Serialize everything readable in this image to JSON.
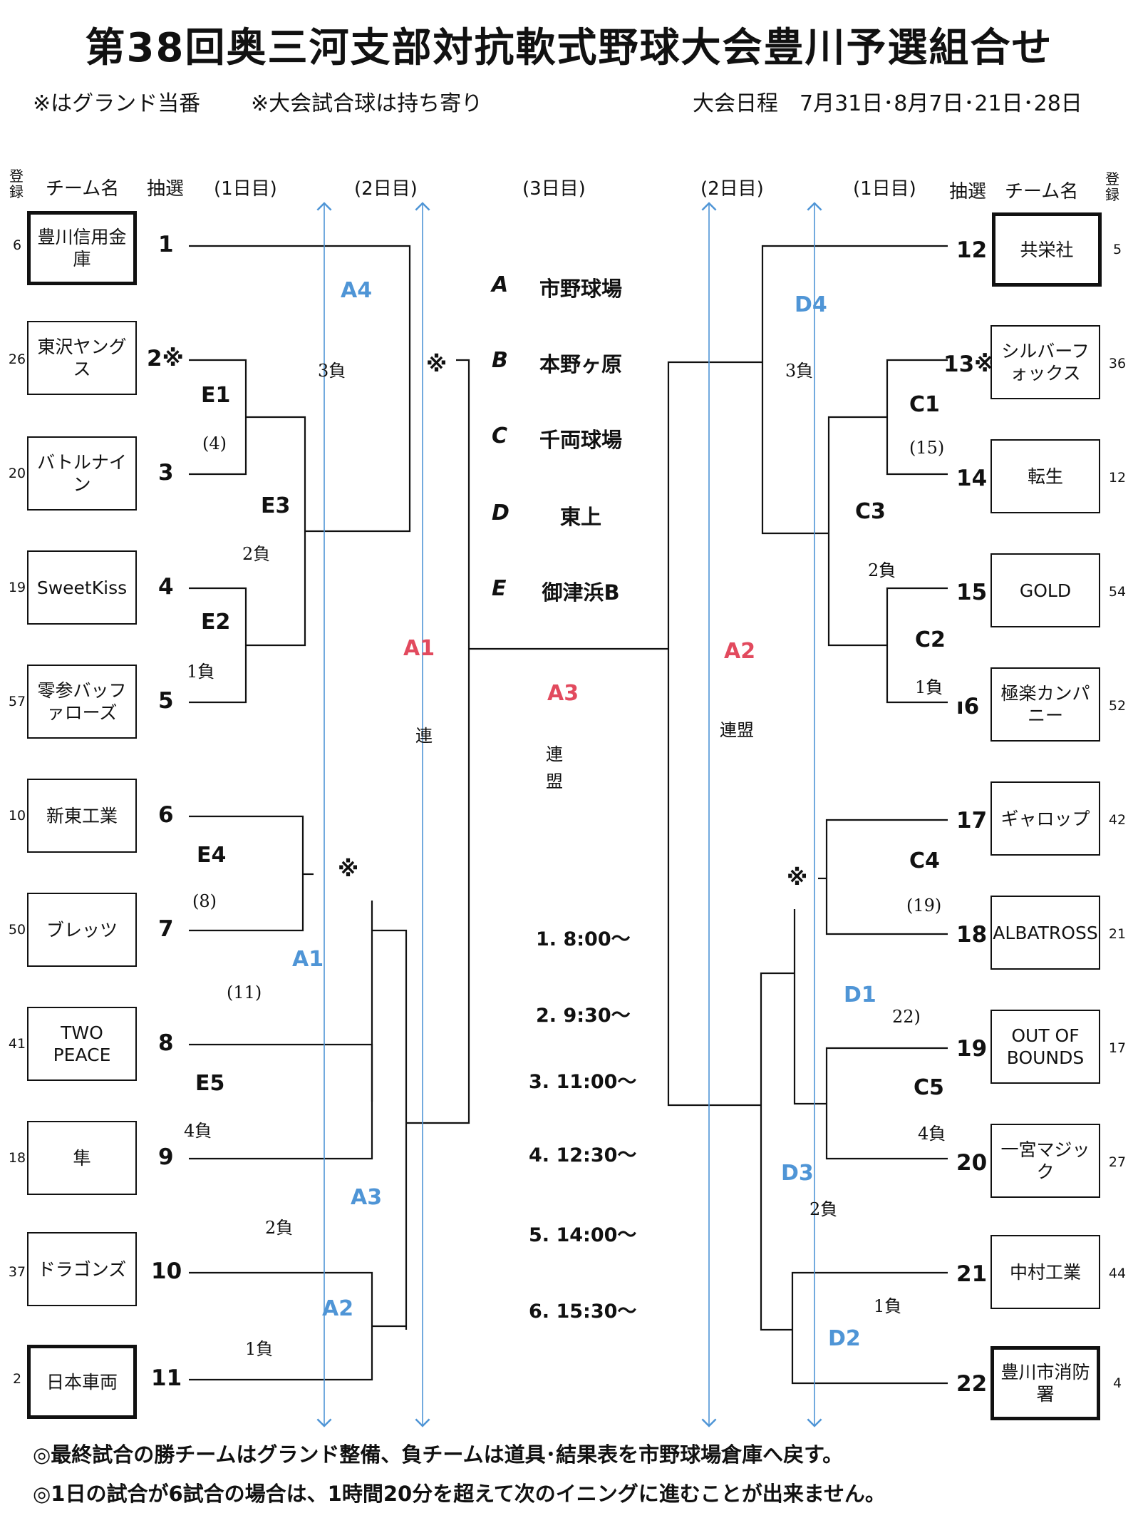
{
  "title": "第38回奥三河支部対抗軟式野球大会豊川予選組合せ",
  "notes": {
    "ground_duty": "※はグランド当番",
    "balls": "※大会試合球は持ち寄り",
    "schedule": "大会日程　7月31日･8月7日･21日･28日"
  },
  "headers": {
    "reg": "登録",
    "team": "チーム名",
    "draw": "抽選",
    "day1": "(1日目)",
    "day2": "(2日目)",
    "day3": "(3日目)"
  },
  "left_teams": [
    {
      "reg": "6",
      "name": "豊川信用金庫",
      "draw": "1"
    },
    {
      "reg": "26",
      "name": "東沢ヤングス",
      "draw": "2※"
    },
    {
      "reg": "20",
      "name": "バトルナイン",
      "draw": "3"
    },
    {
      "reg": "19",
      "name": "SweetKiss",
      "draw": "4"
    },
    {
      "reg": "57",
      "name": "零参バッファローズ",
      "draw": "5"
    },
    {
      "reg": "10",
      "name": "新東工業",
      "draw": "6"
    },
    {
      "reg": "50",
      "name": "ブレッツ",
      "draw": "7"
    },
    {
      "reg": "41",
      "name": "TWO PEACE",
      "draw": "8"
    },
    {
      "reg": "18",
      "name": "隼",
      "draw": "9"
    },
    {
      "reg": "37",
      "name": "ドラゴンズ",
      "draw": "10"
    },
    {
      "reg": "2",
      "name": "日本車両",
      "draw": "11"
    }
  ],
  "right_teams": [
    {
      "reg": "5",
      "name": "共栄社",
      "draw": "12"
    },
    {
      "reg": "36",
      "name": "シルバーフォックス",
      "draw": "13※"
    },
    {
      "reg": "12",
      "name": "転生",
      "draw": "14"
    },
    {
      "reg": "54",
      "name": "GOLD",
      "draw": "15"
    },
    {
      "reg": "52",
      "name": "極楽カンパニー",
      "draw": "ı6"
    },
    {
      "reg": "42",
      "name": "ギャロップ",
      "draw": "17"
    },
    {
      "reg": "21",
      "name": "ALBATROSS",
      "draw": "18"
    },
    {
      "reg": "17",
      "name": "OUT OF BOUNDS",
      "draw": "19"
    },
    {
      "reg": "27",
      "name": "一宮マジック",
      "draw": "20"
    },
    {
      "reg": "44",
      "name": "中村工業",
      "draw": "21"
    },
    {
      "reg": "4",
      "name": "豊川市消防署",
      "draw": "22"
    }
  ],
  "venues": [
    {
      "letter": "A",
      "name": "市野球場"
    },
    {
      "letter": "B",
      "name": "本野ヶ原"
    },
    {
      "letter": "C",
      "name": "千両球場"
    },
    {
      "letter": "D",
      "name": "東上"
    },
    {
      "letter": "E",
      "name": "御津浜B"
    }
  ],
  "times": [
    "1. 8:00～",
    "2. 9:30～",
    "3. 11:00～",
    "4. 12:30～",
    "5. 14:00～",
    "6. 15:30～"
  ],
  "games": {
    "E1": "E1",
    "E2": "E2",
    "E3": "E3",
    "E4": "E4",
    "E5": "E5",
    "C1": "C1",
    "C2": "C2",
    "C3": "C3",
    "C4": "C4",
    "C5": "C5",
    "A4": "A4",
    "A1L": "A1",
    "A1R": "A1",
    "A3L": "A3",
    "A2L": "A2",
    "D4": "D4",
    "D1": "D1",
    "D3": "D3",
    "D2": "D2",
    "A1C": "A1",
    "A2C": "A2",
    "A3C": "A3"
  },
  "game_nums": {
    "g4": "(4)",
    "g8": "(8)",
    "g11": "(11)",
    "g15": "(15)",
    "g19": "(19)",
    "g22": "22)"
  },
  "loss_labels": {
    "l3a": "3負",
    "l2a": "2負",
    "l1a": "1負",
    "l4a": "4負",
    "l2b": "2負",
    "l1b": "1負",
    "l3b": "3負",
    "l2c": "2負",
    "l1c": "1負",
    "l4b": "4負",
    "l2d": "2負",
    "l1d": "1負"
  },
  "ren": "連",
  "renmei": "連盟",
  "center_ren": "連",
  "center_mei": "盟",
  "ground_mark": "※",
  "footer": [
    "◎最終試合の勝チームはグランド整備、負チームは道具･結果表を市野球場倉庫へ戻す。",
    "◎1日の試合が6試合の場合は、1時間20分を超えて次のイニングに進むことが出来ません。"
  ],
  "colors": {
    "blue": "#4f95d6",
    "red": "#e24a5e"
  }
}
